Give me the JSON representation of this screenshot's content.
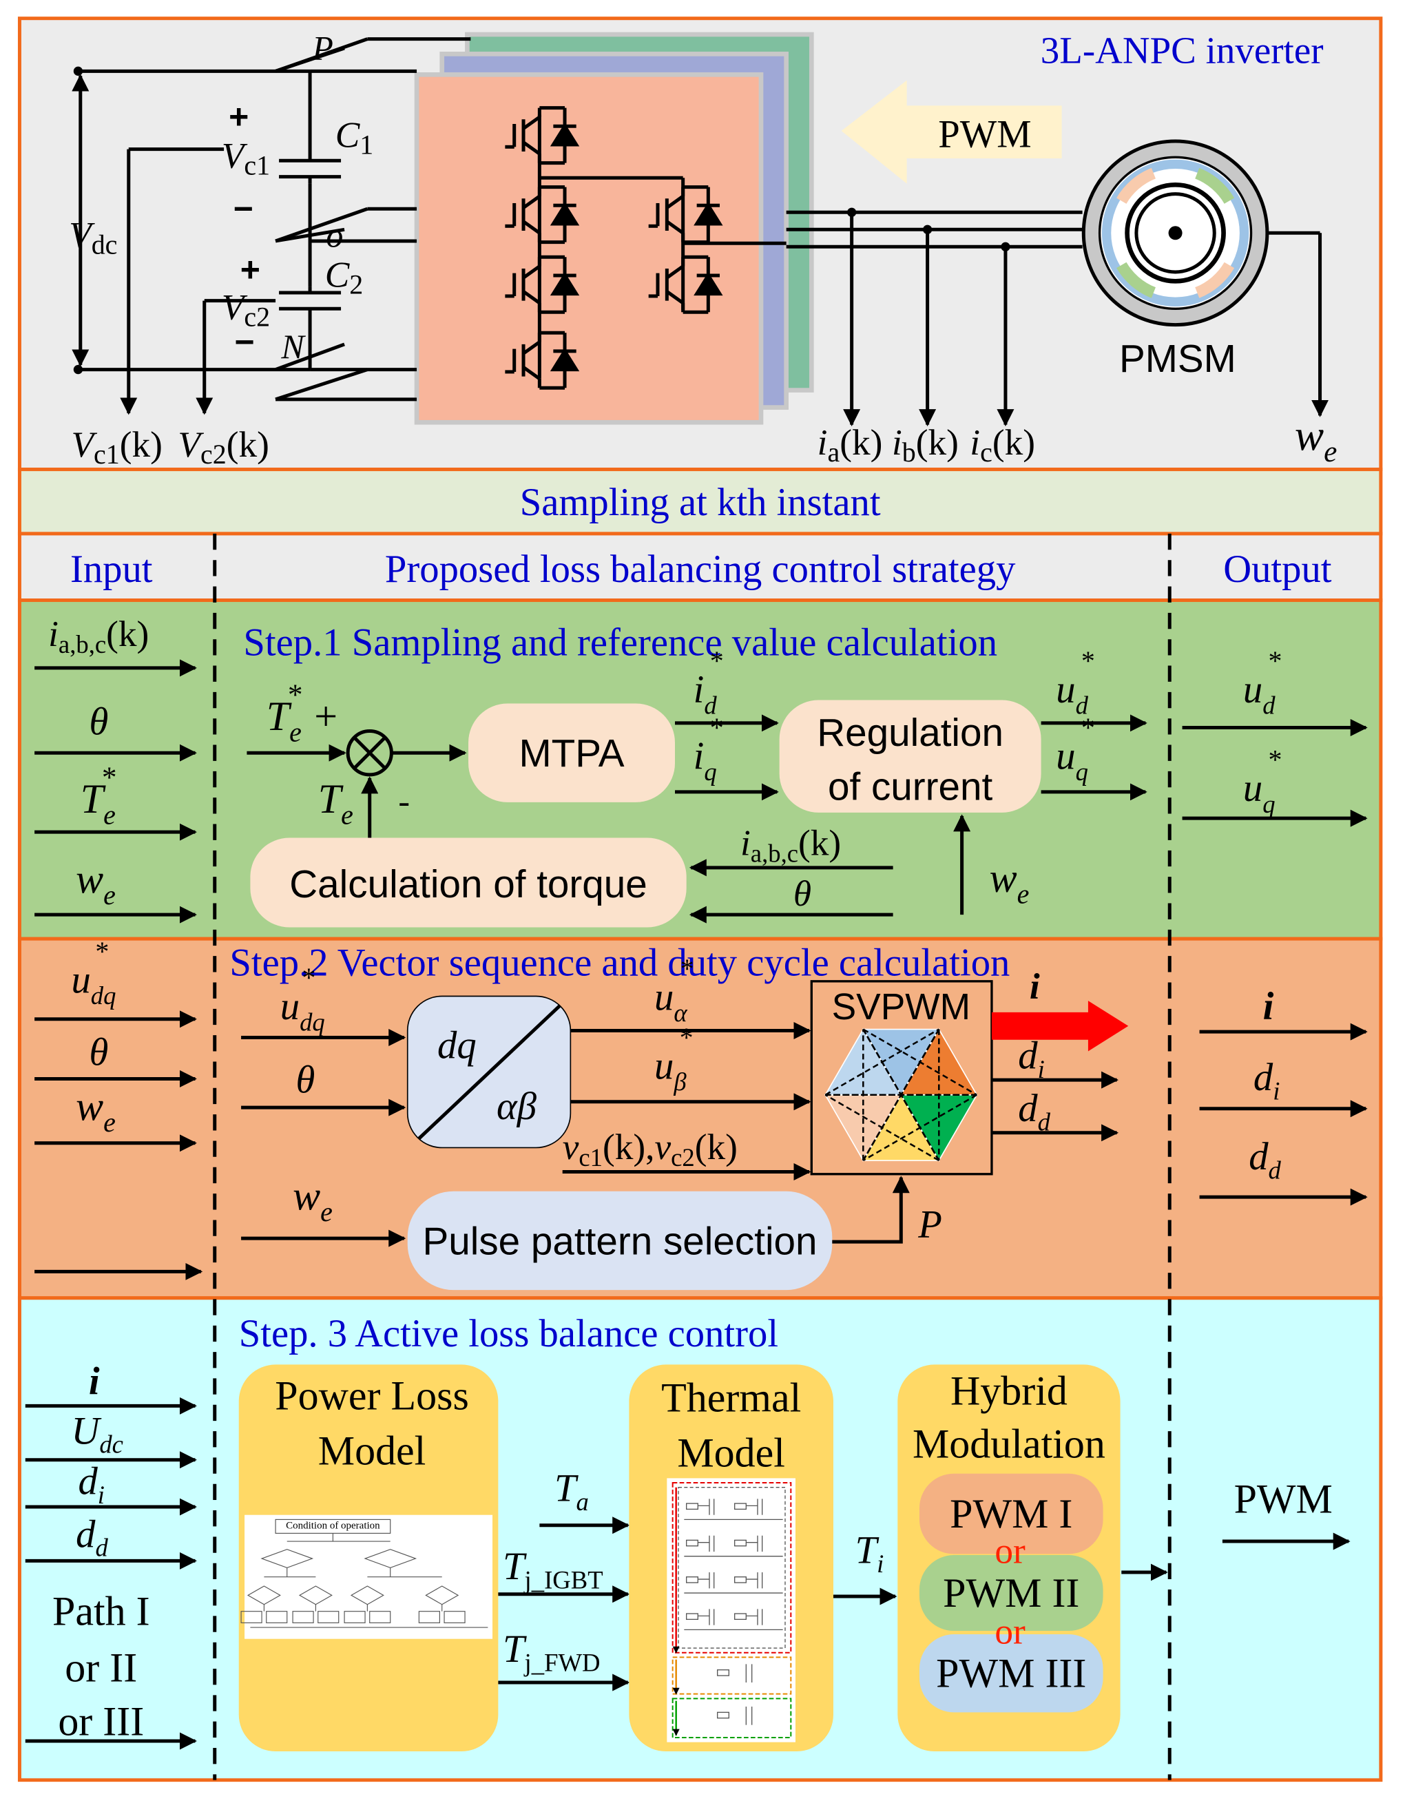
{
  "colors": {
    "border": "#f26a1b",
    "top_bg": "#ececec",
    "sampling_bg": "#e3ecd5",
    "header_bg": "#ececec",
    "step1_bg": "#a9d18e",
    "step2_bg": "#f4b183",
    "step3_bg": "#ccffff",
    "block_peach": "#fbe2cc",
    "block_blue": "#dae3f3",
    "block_yellow": "#ffd966",
    "inverter_salmon": "#f8b59b",
    "title_blue": "#0000cc",
    "or_red": "#ff2200",
    "arrow_red": "#ff0000"
  },
  "top": {
    "title": "3L-ANPC inverter",
    "pwm": "PWM",
    "pmsm": "PMSM",
    "labels": {
      "P": "P",
      "N": "N",
      "O": "o",
      "C1": "C",
      "C1_sub": "1",
      "C2": "C",
      "C2_sub": "2",
      "Vdc": "V",
      "Vdc_sub": "dc",
      "Vc1": "V",
      "Vc1_sub": "c1",
      "Vc2": "V",
      "Vc2_sub": "c2",
      "plus": "+",
      "minus": "−"
    },
    "outputs": {
      "vc1k": "V",
      "vc1k_sub": "c1",
      "vc2k": "V",
      "vc2k_sub": "c2",
      "k": "(k)",
      "ia": "i",
      "ia_sub": "a",
      "ib": "i",
      "ib_sub": "b",
      "ic": "i",
      "ic_sub": "c",
      "we": "w",
      "we_sub": "e"
    }
  },
  "sampling": "Sampling at kth instant",
  "header": {
    "input": "Input",
    "strategy": "Proposed loss balancing control strategy",
    "output": "Output"
  },
  "step1": {
    "title": "Step.1 Sampling and reference value calculation",
    "inputs": [
      "i",
      "θ",
      "T",
      "w"
    ],
    "input_subs": [
      "a,b,c",
      "",
      "e",
      "e"
    ],
    "k": "(k)",
    "te_ref": "T",
    "te_sub": "e",
    "star": "*",
    "plus": "+",
    "minus": "-",
    "mtpa": "MTPA",
    "reg_line1": "Regulation",
    "reg_line2": "of current",
    "torque": "Calculation of torque",
    "id": "i",
    "id_sub": "d",
    "iq": "i",
    "iq_sub": "q",
    "ud": "u",
    "ud_sub": "d",
    "uq": "u",
    "uq_sub": "q",
    "iabc": "i",
    "iabc_sub": "a,b,c",
    "theta": "θ",
    "we": "w",
    "we_sub": "e"
  },
  "step2": {
    "title": "Step.2 Vector sequence and duty cycle calculation",
    "udq": "u",
    "udq_sub": "dq",
    "theta": "θ",
    "we": "w",
    "we_sub": "e",
    "dq": "dq",
    "ab": "αβ",
    "ualpha": "u",
    "ualpha_sub": "α",
    "ubeta": "u",
    "ubeta_sub": "β",
    "vck_v1": "v",
    "vck_s1": "c1",
    "vck_k1": "(k),",
    "vck_v2": "v",
    "vck_s2": "c2",
    "vck_k2": "(k)",
    "svpwm": "SVPWM",
    "i": "i",
    "di": "d",
    "di_sub": "i",
    "dd": "d",
    "dd_sub": "d",
    "pulse": "Pulse pattern selection",
    "P": "P"
  },
  "step3": {
    "title": "Step. 3 Active loss balance control",
    "inputs": [
      "i",
      "U",
      "d",
      "d"
    ],
    "input_subs": [
      "",
      "dc",
      "i",
      "d"
    ],
    "path1": "Path I",
    "path2": "or  II",
    "path3": "or III",
    "plm1": "Power Loss",
    "plm2": "Model",
    "thm1": "Thermal",
    "thm2": "Model",
    "hyb1": "Hybrid",
    "hyb2": "Modulation",
    "pwm1": "PWM I",
    "pwm2": "PWM II",
    "pwm3": "PWM III",
    "or": "or",
    "ta": "T",
    "ta_sub": "a",
    "tjigbt": "T",
    "tjigbt_sub": "j_IGBT",
    "tjfwd": "T",
    "tjfwd_sub": "j_FWD",
    "ti": "T",
    "ti_sub": "i",
    "pwm_out": "PWM",
    "flow_top": "Condition of operation"
  }
}
